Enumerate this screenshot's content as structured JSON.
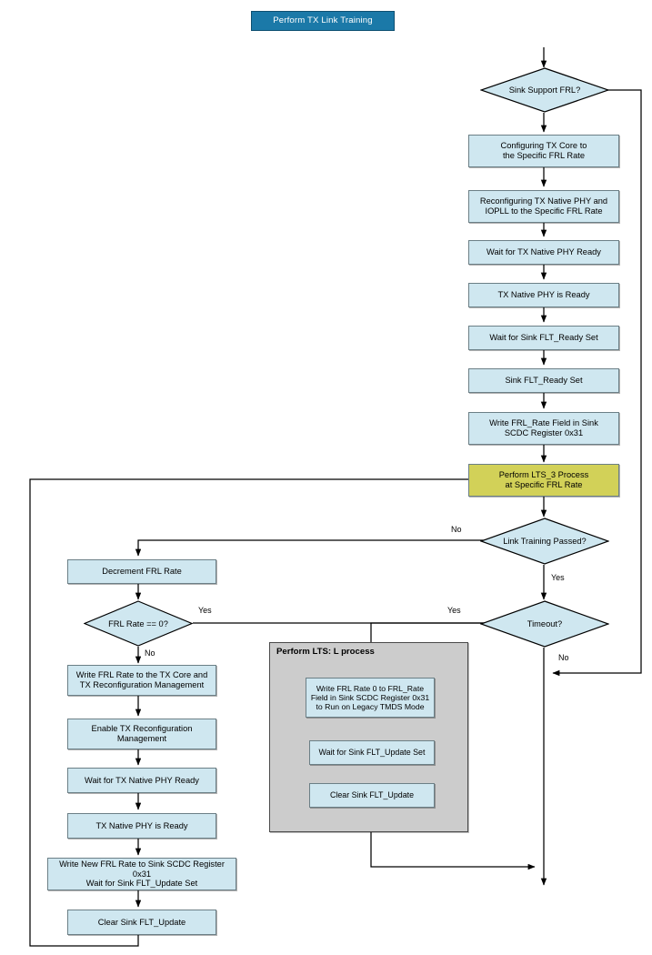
{
  "diagram": {
    "title": "Perform TX Link Training",
    "colors": {
      "process_fill": "#cfe7f0",
      "highlight_fill": "#d2d158",
      "title_fill": "#1b79a8",
      "group_fill": "#cccccc",
      "border": "#6b7f86",
      "line": "#000000"
    },
    "nodes": {
      "title": "Perform TX Link Training",
      "sink_support_frl": "Sink Support FRL?",
      "configuring_tx_core": "Configuring TX Core to\nthe Specific FRL Rate",
      "reconfiguring_phy": "Reconfiguring TX Native PHY and\nIOPLL to the Specific FRL Rate",
      "wait_phy_ready": "Wait for TX Native PHY Ready",
      "phy_is_ready": "TX Native PHY is Ready",
      "wait_flt_ready": "Wait for Sink FLT_Ready Set",
      "flt_ready_set": "Sink FLT_Ready Set",
      "write_frl_rate_field": "Write FRL_Rate Field in Sink\nSCDC Register 0x31",
      "perform_lts3": "Perform LTS_3 Process\nat Specific FRL Rate",
      "link_training_passed": "Link Training Passed?",
      "timeout": "Timeout?",
      "decrement_frl_rate": "Decrement FRL Rate",
      "frl_rate_zero": "FRL Rate == 0?",
      "write_frl_rate_core": "Write FRL Rate to the TX Core and\nTX Reconfiguration Management",
      "enable_tx_reconfig": "Enable TX Reconfiguration\nManagement",
      "wait_phy_ready_2": "Wait for TX Native PHY Ready",
      "phy_is_ready_2": "TX Native PHY is Ready",
      "write_new_frl_rate": "Write New FRL Rate to Sink SCDC Register 0x31\nWait for Sink FLT_Update Set",
      "clear_flt_update": "Clear Sink FLT_Update",
      "lts_group_title": "Perform LTS: L process",
      "write_frl_rate_0": "Write FRL Rate 0 to FRL_Rate\nField in Sink SCDC Register 0x31\nto Run on Legacy TMDS Mode",
      "wait_flt_update_set": "Wait for Sink FLT_Update Set",
      "clear_flt_update_2": "Clear Sink FLT_Update"
    },
    "edge_labels": {
      "link_training_no": "No",
      "link_training_yes": "Yes",
      "timeout_yes": "Yes",
      "timeout_no": "No",
      "frl_rate_yes": "Yes",
      "frl_rate_no": "No"
    }
  }
}
